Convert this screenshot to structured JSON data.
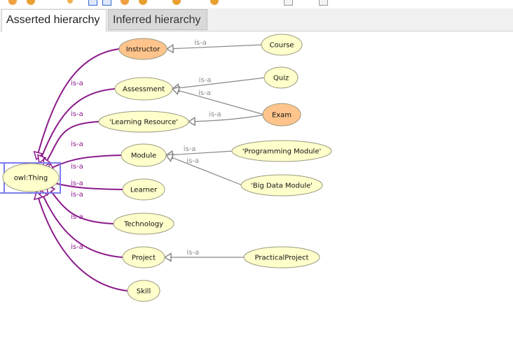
{
  "tabs": {
    "asserted": "Asserted hierarchy",
    "inferred": "Inferred hierarchy"
  },
  "colors": {
    "node_fill": "#ffffcc",
    "node_fill_defined": "#ffc48c",
    "thing_edge": "#8b1a8b",
    "isa_edge": "#888888",
    "selection": "#7b7bef"
  },
  "diagram": {
    "edge_label": "is-a",
    "root": {
      "label": "owl:Thing"
    },
    "nodes": [
      {
        "id": "instructor",
        "label": "Instructor",
        "defined": true
      },
      {
        "id": "course",
        "label": "Course",
        "defined": false
      },
      {
        "id": "assessment",
        "label": "Assessment",
        "defined": false
      },
      {
        "id": "quiz",
        "label": "Quiz",
        "defined": false
      },
      {
        "id": "exam",
        "label": "Exam",
        "defined": true
      },
      {
        "id": "learning_resource",
        "label": "'Learning Resource'",
        "defined": false
      },
      {
        "id": "module",
        "label": "Module",
        "defined": false
      },
      {
        "id": "programming_module",
        "label": "'Programming Module'",
        "defined": false
      },
      {
        "id": "big_data_module",
        "label": "'Big Data Module'",
        "defined": false
      },
      {
        "id": "learner",
        "label": "Learner",
        "defined": false
      },
      {
        "id": "technology",
        "label": "Technology",
        "defined": false
      },
      {
        "id": "project",
        "label": "Project",
        "defined": false
      },
      {
        "id": "practical_project",
        "label": "PracticalProject",
        "defined": false
      },
      {
        "id": "skill",
        "label": "Skill",
        "defined": false
      }
    ],
    "edges": [
      {
        "from": "instructor",
        "to": "root"
      },
      {
        "from": "assessment",
        "to": "root"
      },
      {
        "from": "learning_resource",
        "to": "root"
      },
      {
        "from": "module",
        "to": "root"
      },
      {
        "from": "learner",
        "to": "root"
      },
      {
        "from": "technology",
        "to": "root"
      },
      {
        "from": "project",
        "to": "root"
      },
      {
        "from": "skill",
        "to": "root"
      },
      {
        "from": "course",
        "to": "instructor"
      },
      {
        "from": "quiz",
        "to": "assessment"
      },
      {
        "from": "exam",
        "to": "assessment"
      },
      {
        "from": "exam",
        "to": "learning_resource"
      },
      {
        "from": "programming_module",
        "to": "module"
      },
      {
        "from": "big_data_module",
        "to": "module"
      },
      {
        "from": "practical_project",
        "to": "project"
      }
    ]
  }
}
